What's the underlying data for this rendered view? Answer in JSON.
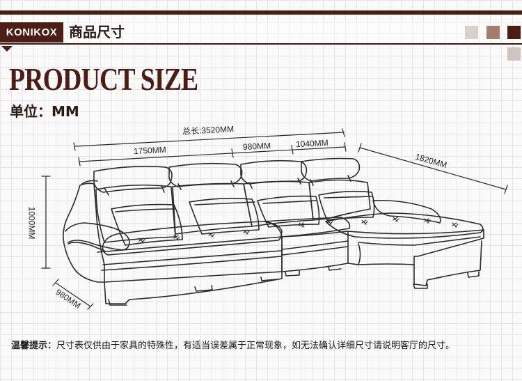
{
  "header": {
    "brand": "KONIKOX",
    "section_title": "商品尺寸",
    "swatch_colors": [
      "#dbcfcb",
      "#a57c70",
      "#4b1d15",
      "#cfc4c0"
    ]
  },
  "heading": {
    "title": "PRODUCT SIZE",
    "unit": "单位：MM"
  },
  "dimensions": {
    "total": "总长:3520MM",
    "left_section": "1750MM",
    "middle_section": "980MM",
    "right_section": "1040MM",
    "chaise": "1820MM",
    "height": "1000MM",
    "depth": "980MM"
  },
  "note": {
    "label": "温馨提示：",
    "text": "尺寸表仅供由于家具的特殊性，有适当误差属于正常现象，如无法确认详细尺寸请说明客厅的尺寸。"
  }
}
